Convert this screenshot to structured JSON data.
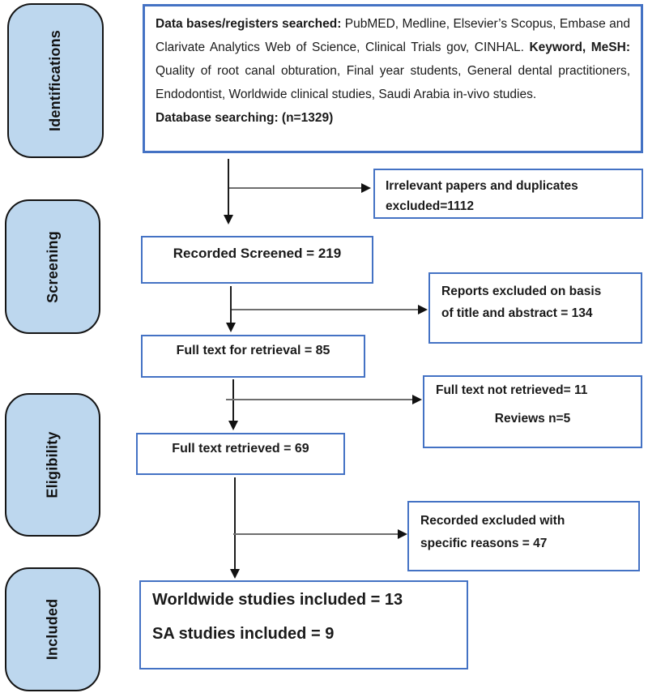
{
  "colors": {
    "accent": "#4472C4",
    "stage_fill": "#BDD7EE",
    "ink": "#1a1a1a",
    "line_gray": "#6e6e6e"
  },
  "sidebar": {
    "stages": [
      {
        "label": "Identifications"
      },
      {
        "label": "Screening"
      },
      {
        "label": "Eligibility"
      },
      {
        "label": "Included"
      }
    ]
  },
  "flow": {
    "search_box": {
      "segments": [
        {
          "text": "Data bases/registers searched: ",
          "bold": true
        },
        {
          "text": "PubMED, Medline, Elsevier’s Scopus, Embase and Clarivate Analytics Web of Science, Clinical Trials gov, CINHAL. ",
          "bold": false
        },
        {
          "text": "Keyword, MeSH: ",
          "bold": true
        },
        {
          "text": "Quality of root canal obturation, Final year students, General dental practitioners, Endodontist, Worldwide clinical studies, Saudi Arabia in-vivo studies.",
          "bold": false
        }
      ],
      "database_line": "Database searching: (n=1329)"
    },
    "irrelevant_box": {
      "line1": "Irrelevant papers and duplicates",
      "line2": "excluded=1112"
    },
    "screened_box": {
      "text": "Recorded Screened = 219"
    },
    "reports_box": {
      "line1": "Reports excluded on basis",
      "line2": "of title and abstract = 134"
    },
    "retrieval_box": {
      "text": "Full text for retrieval = 85"
    },
    "not_retrieved_box": {
      "line1": "Full text not retrieved= 11",
      "line2": "Reviews n=5"
    },
    "retrieved_box": {
      "text": "Full text retrieved = 69"
    },
    "excluded_box": {
      "line1": "Recorded excluded with",
      "line2": "specific reasons = 47"
    },
    "included_box": {
      "line1": "Worldwide studies included = 13",
      "line2": "SA studies included = 9"
    }
  }
}
